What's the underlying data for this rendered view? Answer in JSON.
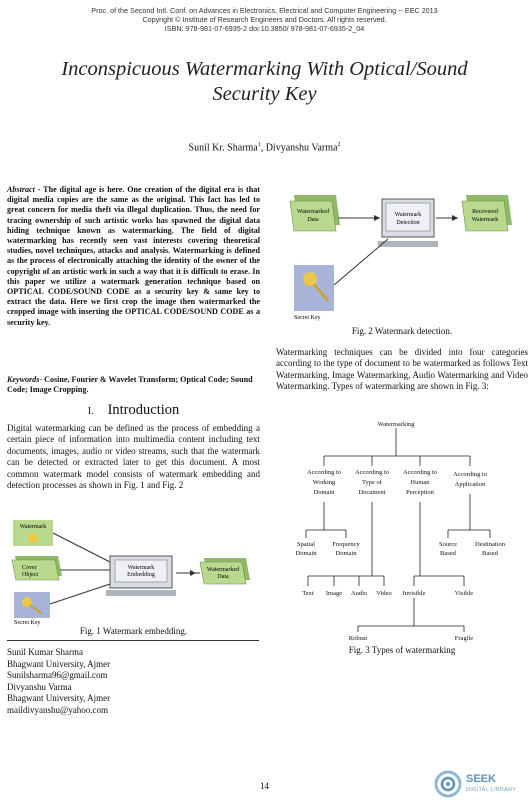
{
  "header": {
    "line1": "Proc. of the Second Intl. Conf. on  Advances in Electronics, Electrical and Computer Engineering -- EEC 2013",
    "line2": "Copyright © Institute of Research Engineers and Doctors. All rights reserved.",
    "line3": "ISBN: 978-981-07-6935-2 doi:10.3850/ 978-981-07-6935-2_04"
  },
  "title": {
    "line1": "Inconspicuous Watermarking With Optical/Sound",
    "line2": "Security Key"
  },
  "authors": {
    "name1": "Sunil Kr. Sharma",
    "sup1": "1",
    "sep": ", Divyanshu Varma",
    "sup2": "2"
  },
  "abstract": {
    "label": "Abstract",
    "text": " - The digital age is here. One creation of the digital era is that digital media copies are the same as the original. This fact has led to great concern for media theft via illegal duplication. Thus, the need for tracing ownership of such artistic works has spawned the digital data hiding technique known as watermarking. The field of digital watermarking has recently seen vast interests covering theoretical studies, novel techniques, attacks and analysis. Watermarking is defined as the process of electronically attaching the identity of the owner of the copyright of an artistic work in such a way that it is difficult to erase. In this paper we utilize a watermark generation technique based on OPTICAL CODE/SOUND CODE as a security key & same key to extract the data. Here we first crop the image then watermarked the cropped image with inserting the OPTICAL CODE/SOUND CODE as a security key."
  },
  "keywords": {
    "label": "Keywords-",
    "text": " Cosine, Fourier & Wavelet Transform; Optical Code; Sound Code; Image Cropping."
  },
  "section1": {
    "num": "I.",
    "title": "Introduction",
    "text": "Digital watermarking can be defined as the process of embedding a certain piece of information into multimedia content including text documents, images, audio or video streams, such that the watermark can be detected or extracted later to get this document. A most common watermark model consists of watermark embedding and detection processes as shown in Fig. 1 and Fig. 2"
  },
  "fig1": {
    "caption": "Fig. 1 Watermark embedding.",
    "watermark": "Watermark",
    "cover": "Cover Object",
    "embed_line1": "Watermark",
    "embed_line2": "Embedding",
    "out_line1": "Watermarked",
    "out_line2": "Data",
    "key": "Secret Key"
  },
  "fig2": {
    "caption": "Fig. 2 Watermark detection.",
    "in_line1": "Watermarked",
    "in_line2": "Data",
    "det_line1": "Watermark",
    "det_line2": "Detection",
    "out_line1": "Recovered",
    "out_line2": "Watermark",
    "key": "Secret Key"
  },
  "right_text": "Watermarking techniques can be divided into four categories according to the type of document to be watermarked as follows Text Watermarking, Image Watermarking, Audio Watermarking and Video Watermarking. Types of watermarking are shown in Fig. 3:",
  "fig3": {
    "caption": "Fig. 3 Types of watermarking",
    "root": "Watermarking",
    "c1a": "According to",
    "c1b": "Working",
    "c1c": "Domain",
    "c2a": "According to",
    "c2b": "Type of",
    "c2c": "Document",
    "c3a": "According to",
    "c3b": "Human",
    "c3c": "Perception",
    "c4a": "According to",
    "c4b": "Application",
    "d1a": "Spatial",
    "d1b": "Domain",
    "d2a": "Frequency",
    "d2b": "Domain",
    "d3": "Text",
    "d4": "Image",
    "d5": "Audio",
    "d6": "Video",
    "d7": "Invisible",
    "d8": "Visible",
    "d9a": "Source",
    "d9b": "Based",
    "d10a": "Destination",
    "d10b": "Based",
    "e1": "Robust",
    "e2": "Fragile"
  },
  "contact": {
    "l1": "Sunil Kumar Sharma",
    "l2": "Bhagwant University, Ajmer",
    "l3": "Sunilsharma96@gmail.com",
    "l4": "Divyanshu Varma",
    "l5": "Bhagwant University, Ajmer",
    "l6": "maildivyanshu@yahoo.com"
  },
  "page_number": "14",
  "logo": {
    "name": "SEEK",
    "sub": "DIGITAL LIBRARY"
  }
}
